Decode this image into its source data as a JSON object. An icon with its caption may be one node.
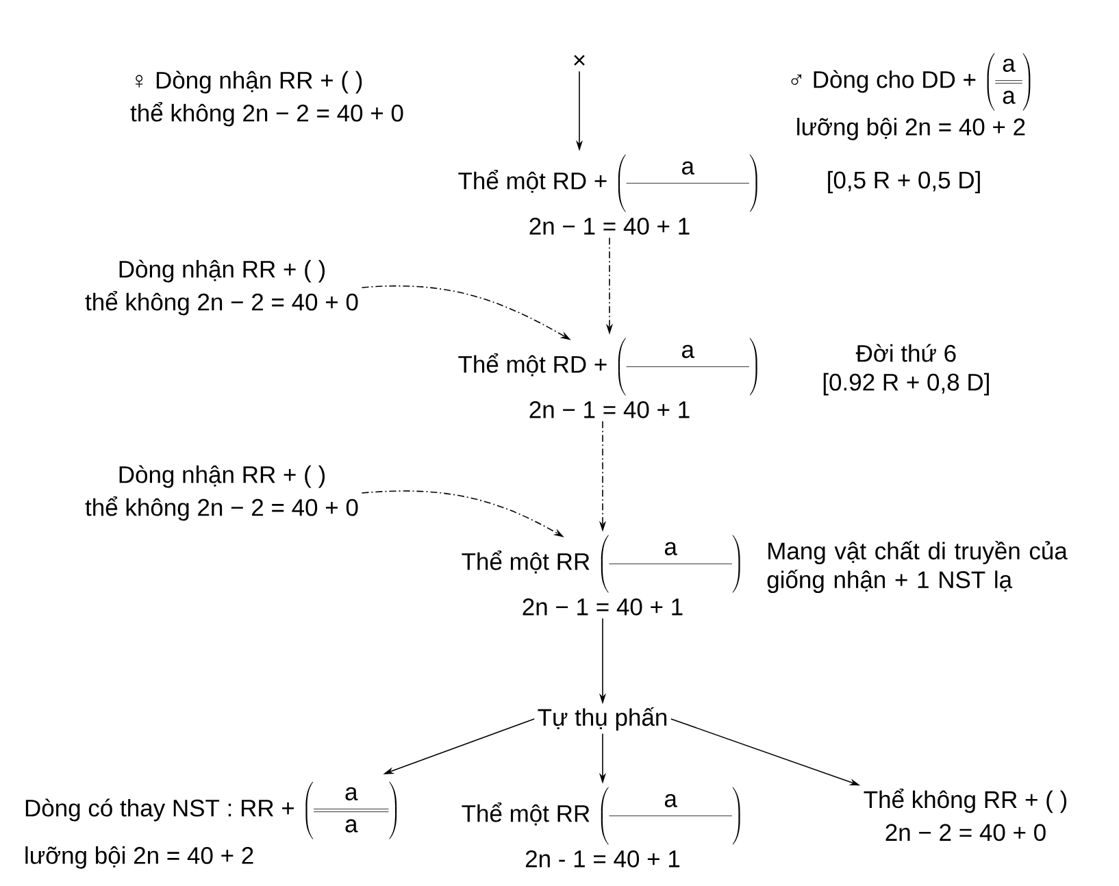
{
  "diagram": {
    "nodes": [
      {
        "text": [
          "♀  Dòng nhận RR + (   )",
          "thể không 2n − 2 = 40 + 0"
        ]
      },
      {
        "text": [
          "×"
        ]
      },
      {
        "text": [
          "♂  Dòng cho DD +",
          "\\left(\\begin{array}{c}\\mathrm{a}\\\\\\hline\\hline\\mathrm{a}\\end{array}\\right)",
          "lưỡng bội 2n = 40 + 2"
        ]
      },
      {
        "text": [
          "Thể một RD +",
          "\\left(\\begin{array}{c}\\qquad\\mathrm{a}\\qquad\\\\\\hline\\\\\\end{array}\\right)",
          "2n − 1 = 40 + 1"
        ]
      },
      {
        "text": [
          "Dòng nhận RR + (   )",
          "thể không 2n − 2 = 40 + 0"
        ]
      },
      {
        "text": [
          "Thể một RD +",
          "\\left(\\begin{array}{c}\\qquad\\mathrm{a}\\qquad\\\\\\hline\\\\\\end{array}\\right)",
          "2n − 1 = 40 + 1"
        ],
        "beside": [
          "Đời thứ 6",
          "[0.92 R + 0,8 D]"
        ]
      },
      {
        "text": [
          "Dòng nhận RR + (   )",
          "thể không 2n − 2 = 40 + 0"
        ]
      },
      {
        "text": [
          "Thể một RR",
          "\\left(\\begin{array}{c}\\qquad\\mathrm{a}\\qquad\\\\\\hline\\\\\\end{array}\\right)",
          "2n − 1 = 40 + 1"
        ],
        "beside": [
          "Mang vật chất di truyền của giống nhận + 1 NST lạ"
        ]
      },
      {
        "text": [
          "Tự thụ phấn"
        ]
      },
      {
        "text": [
          "Dòng có thay NST : RR +",
          "\\left(\\begin{array}{c}\\quad\\mathrm{a}\\quad\\\\\\hline\\hline\\mathrm{a}\\end{array}\\right)",
          "lưỡng bội 2n = 40 + 2"
        ]
      },
      {
        "text": [
          "Thể một RR",
          "\\left(\\begin{array}{c}\\qquad\\mathrm{a}\\qquad\\\\\\hline\\\\\\end{array}\\right)",
          "2n - 1 = 40 + 1"
        ]
      },
      {
        "text": [
          "Thể không RR + (   )",
          "2n − 2 = 40 + 0"
        ]
      }
    ],
    "edges": [
      {
        "from": 1,
        "to": 3,
        "arrow": "to"
      },
      {
        "from": 3,
        "to": 5,
        "arrow": "to",
        "style": "dashed"
      },
      {
        "from": 4,
        "to": 5,
        "arrow": "to",
        "style": "dashed"
      },
      {
        "from": 5,
        "to": 7,
        "arrow": "to",
        "style": "dashed"
      },
      {
        "from": 6,
        "to": 7,
        "arrow": "to",
        "style": "dashed"
      },
      {
        "from": 7,
        "to": 8,
        "arrow": "to"
      },
      {
        "from": 8,
        "to": 9,
        "arrow": "to"
      },
      {
        "from": 8,
        "to": 10,
        "arrow": "to"
      },
      {
        "from": 8,
        "to": 11,
        "arrow": "to"
      }
    ],
    "labels": [
      "[0,5 R + 0,5 D]"
    ]
  }
}
